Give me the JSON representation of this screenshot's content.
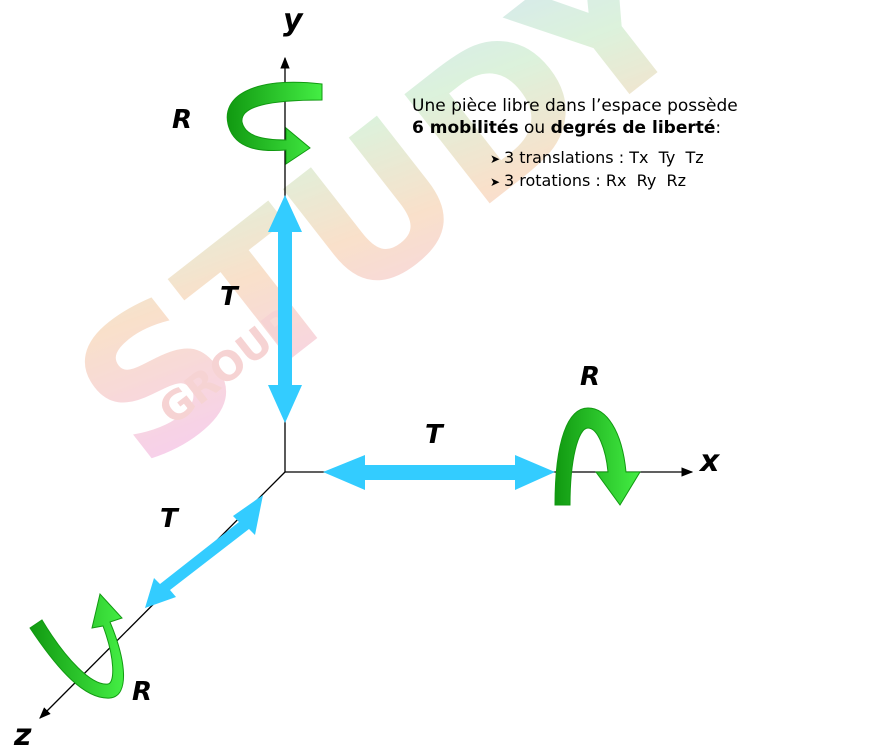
{
  "watermark": {
    "text": "STUDY",
    "subtext": "GROUP"
  },
  "axes": {
    "x": "x",
    "y": "y",
    "z": "z"
  },
  "motion_labels": {
    "rotation": "R",
    "translation": "T"
  },
  "info": {
    "line1": "Une pièce libre dans l’espace possède",
    "count": "6 mobilités",
    "connector": " ou ",
    "term": "degrés de liberté",
    "colon": ":",
    "bullet": "➤",
    "items": [
      "3 translations : Tx  Ty  Tz",
      "3 rotations : Rx  Ry  Rz"
    ]
  },
  "colors": {
    "translation": "#33ccff",
    "rotation": "#22cc22",
    "axis": "#000000"
  }
}
